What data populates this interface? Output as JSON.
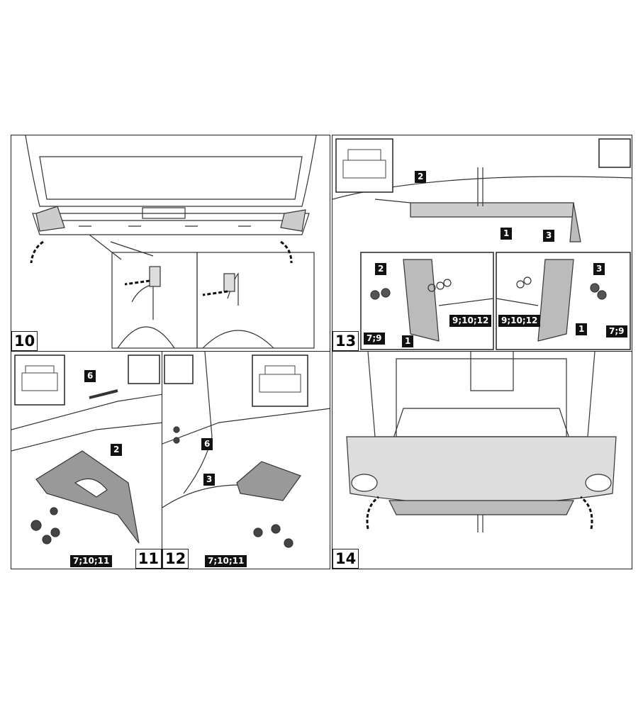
{
  "steps": {
    "s10": {
      "number": "10"
    },
    "s11": {
      "number": "11",
      "callouts": [
        "6",
        "2",
        "7;10;11"
      ]
    },
    "s12": {
      "number": "12",
      "callouts": [
        "6",
        "3",
        "7;10;11"
      ]
    },
    "s13": {
      "number": "13",
      "callouts": [
        "2",
        "1",
        "3",
        "2",
        "3",
        "9;10;12",
        "9;10;12",
        "7;9",
        "7;9",
        "1",
        "1"
      ]
    },
    "s14": {
      "number": "14"
    }
  }
}
